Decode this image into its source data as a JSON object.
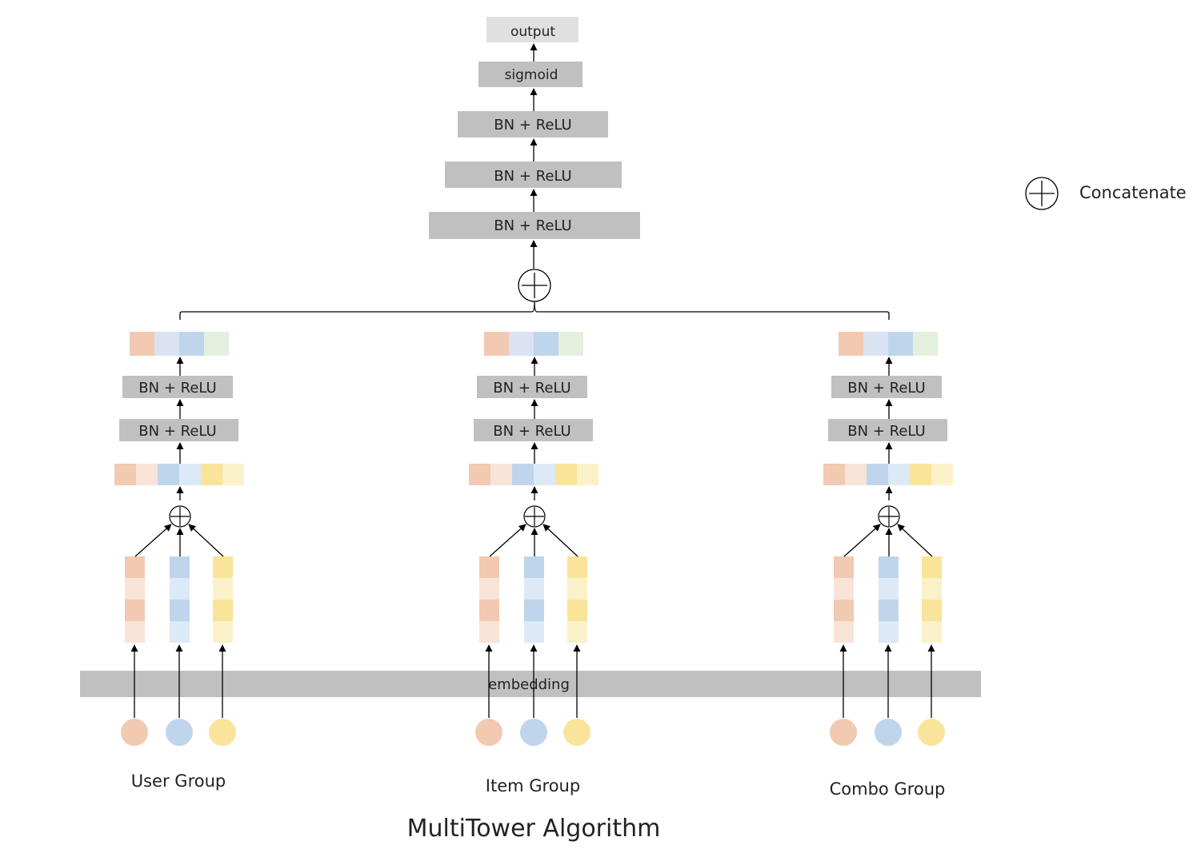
{
  "diagram": {
    "title": "MultiTower Algorithm",
    "top_layers": [
      "output",
      "sigmoid",
      "BN + ReLU",
      "BN + ReLU",
      "BN + ReLU"
    ],
    "embedding_label": "embedding",
    "legend": {
      "label": "Concatenate",
      "icon": "concatenate-icon"
    },
    "groups": [
      {
        "name": "User Group",
        "layers": [
          "BN + ReLU",
          "BN + ReLU"
        ]
      },
      {
        "name": "Item Group",
        "layers": [
          "BN + ReLU",
          "BN + ReLU"
        ]
      },
      {
        "name": "Combo Group",
        "layers": [
          "BN + ReLU",
          "BN + ReLU"
        ]
      }
    ],
    "colors": {
      "layer_box": "#c0c0c0",
      "output_box": "#e0e0e0",
      "embedding_bar": "#c0c0c0",
      "orange": "#f2c9b1",
      "orange_light": "#f8e3d7",
      "blue": "#bfd5ec",
      "blue_light": "#dde9f6",
      "yellow": "#f9e49a",
      "yellow_light": "#fbf1c9",
      "lavender": "#dbe2f1",
      "green_light": "#e3f0de",
      "line": "#000000"
    }
  }
}
